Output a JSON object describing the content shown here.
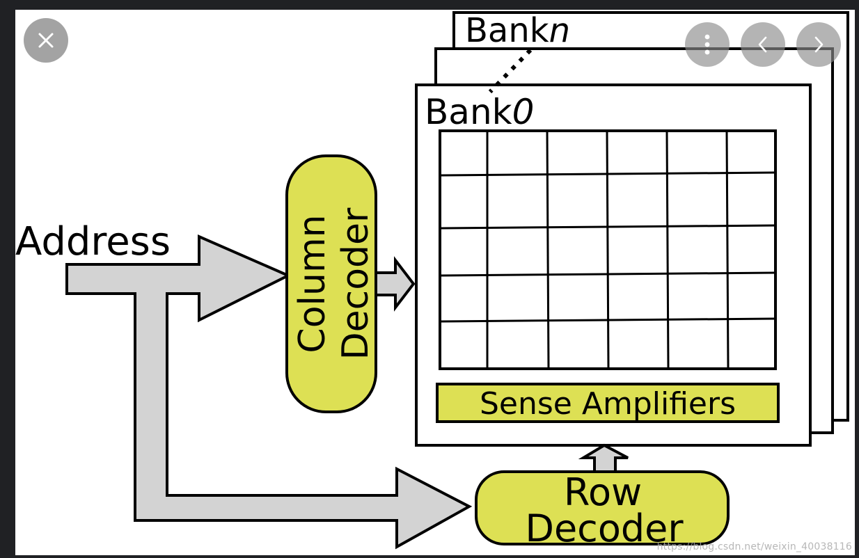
{
  "viewer": {
    "background": "#202124",
    "controls": {
      "close": "close-icon",
      "more": "more-vertical-icon",
      "prev": "chevron-left-icon",
      "next": "chevron-right-icon"
    }
  },
  "diagram": {
    "address_label": "Address",
    "column_decoder_line1": "Column",
    "column_decoder_line2": "Decoder",
    "row_decoder_line1": "Row",
    "row_decoder_line2": "Decoder",
    "bank_n_prefix": "Bank",
    "bank_n_suffix": "n",
    "bank_0_prefix": "Bank",
    "bank_0_suffix": "0",
    "sense_amplifiers": "Sense Amplifiers",
    "grid_rows": 5,
    "grid_cols": 6,
    "colors": {
      "decoder_fill": "#dde054",
      "arrow_fill": "#d3d3d3",
      "stroke": "#000000"
    }
  },
  "watermark": "https://blog.csdn.net/weixin_40038116"
}
